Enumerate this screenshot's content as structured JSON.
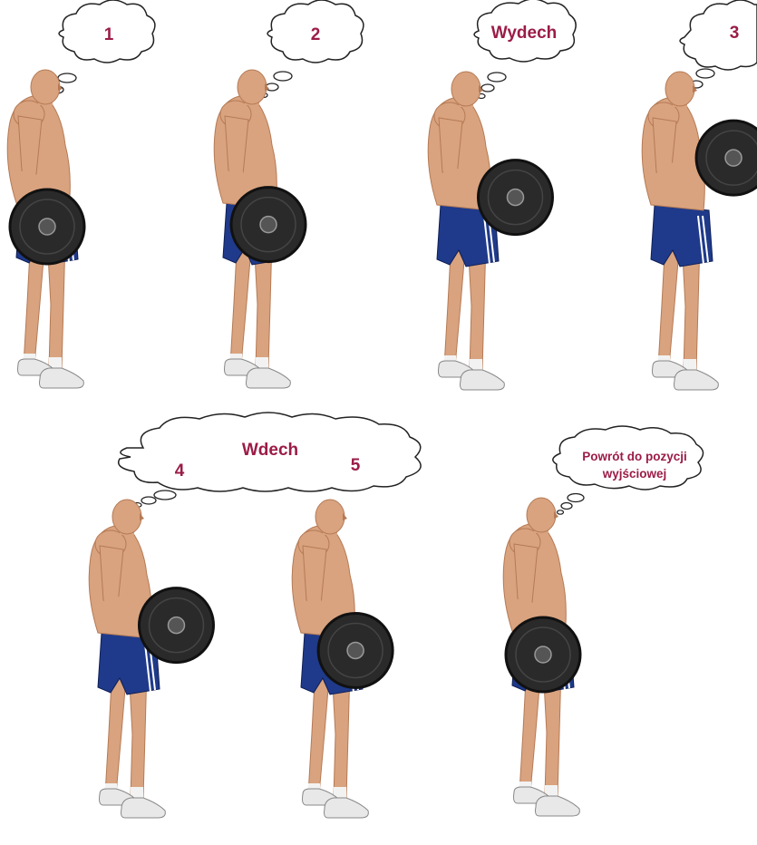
{
  "colors": {
    "label": "#9b1c47",
    "skin": "#d9a37f",
    "skin_shade": "#b57a55",
    "shorts": "#1f3a8a",
    "stripe": "#ffffff",
    "plate": "#2a2a2a",
    "plate_rim": "#111111",
    "sock": "#f2f2f2",
    "shoe": "#e8e8e8",
    "cloud_stroke": "#222222"
  },
  "bubbles": {
    "b1": "1",
    "b2": "2",
    "b3": "Wydech",
    "b4": "3",
    "b5_main": "Wdech",
    "b5_a": "4",
    "b5_b": "5",
    "b6_line1": "Powrót do pozycji",
    "b6_line2": "wyjściowej"
  },
  "figures": [
    {
      "id": "step-1",
      "curl_level": 0.0
    },
    {
      "id": "step-2",
      "curl_level": 0.15
    },
    {
      "id": "step-3",
      "curl_level": 0.6
    },
    {
      "id": "step-4",
      "curl_level": 1.0
    },
    {
      "id": "step-5",
      "curl_level": 0.6
    },
    {
      "id": "step-6",
      "curl_level": 0.25
    },
    {
      "id": "step-7",
      "curl_level": 0.0
    }
  ]
}
